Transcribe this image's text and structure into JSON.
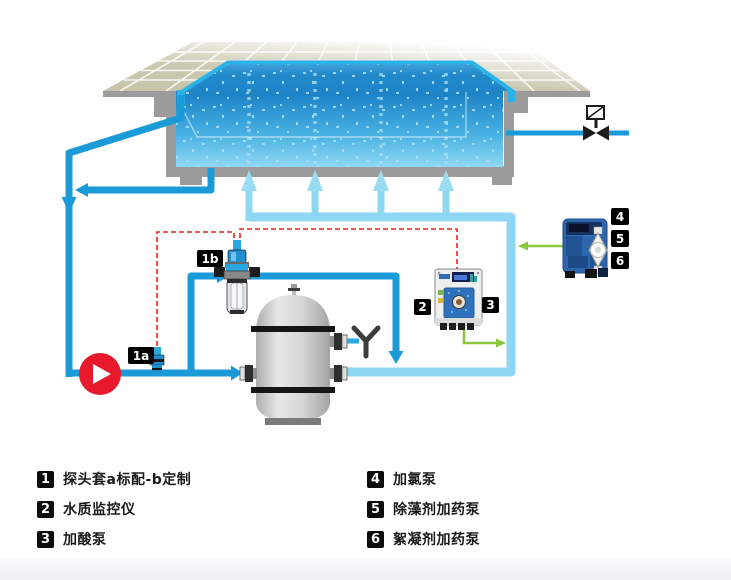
{
  "diagram": {
    "tags": {
      "t1a": "1a",
      "t1b": "1b",
      "t2": "2",
      "t3": "3",
      "t4": "4",
      "t5": "5",
      "t6": "6"
    },
    "colors": {
      "pipe_blue": "#1b9ad8",
      "return_loop_blue": "#8ed7f3",
      "pool_rim_cyan": "#2bb3e8",
      "sensor_cable_red": "#e7251d",
      "control_signal_green": "#8cc63e",
      "pump_red": "#e8192c",
      "label_bg": "#000000"
    }
  },
  "legend": {
    "left": [
      {
        "num": "1",
        "label": "探头套a标配-b定制"
      },
      {
        "num": "2",
        "label": "水质监控仪"
      },
      {
        "num": "3",
        "label": "加酸泵"
      }
    ],
    "right": [
      {
        "num": "4",
        "label": "加氯泵"
      },
      {
        "num": "5",
        "label": "除藻剂加药泵"
      },
      {
        "num": "6",
        "label": "絮凝剂加药泵"
      }
    ]
  }
}
